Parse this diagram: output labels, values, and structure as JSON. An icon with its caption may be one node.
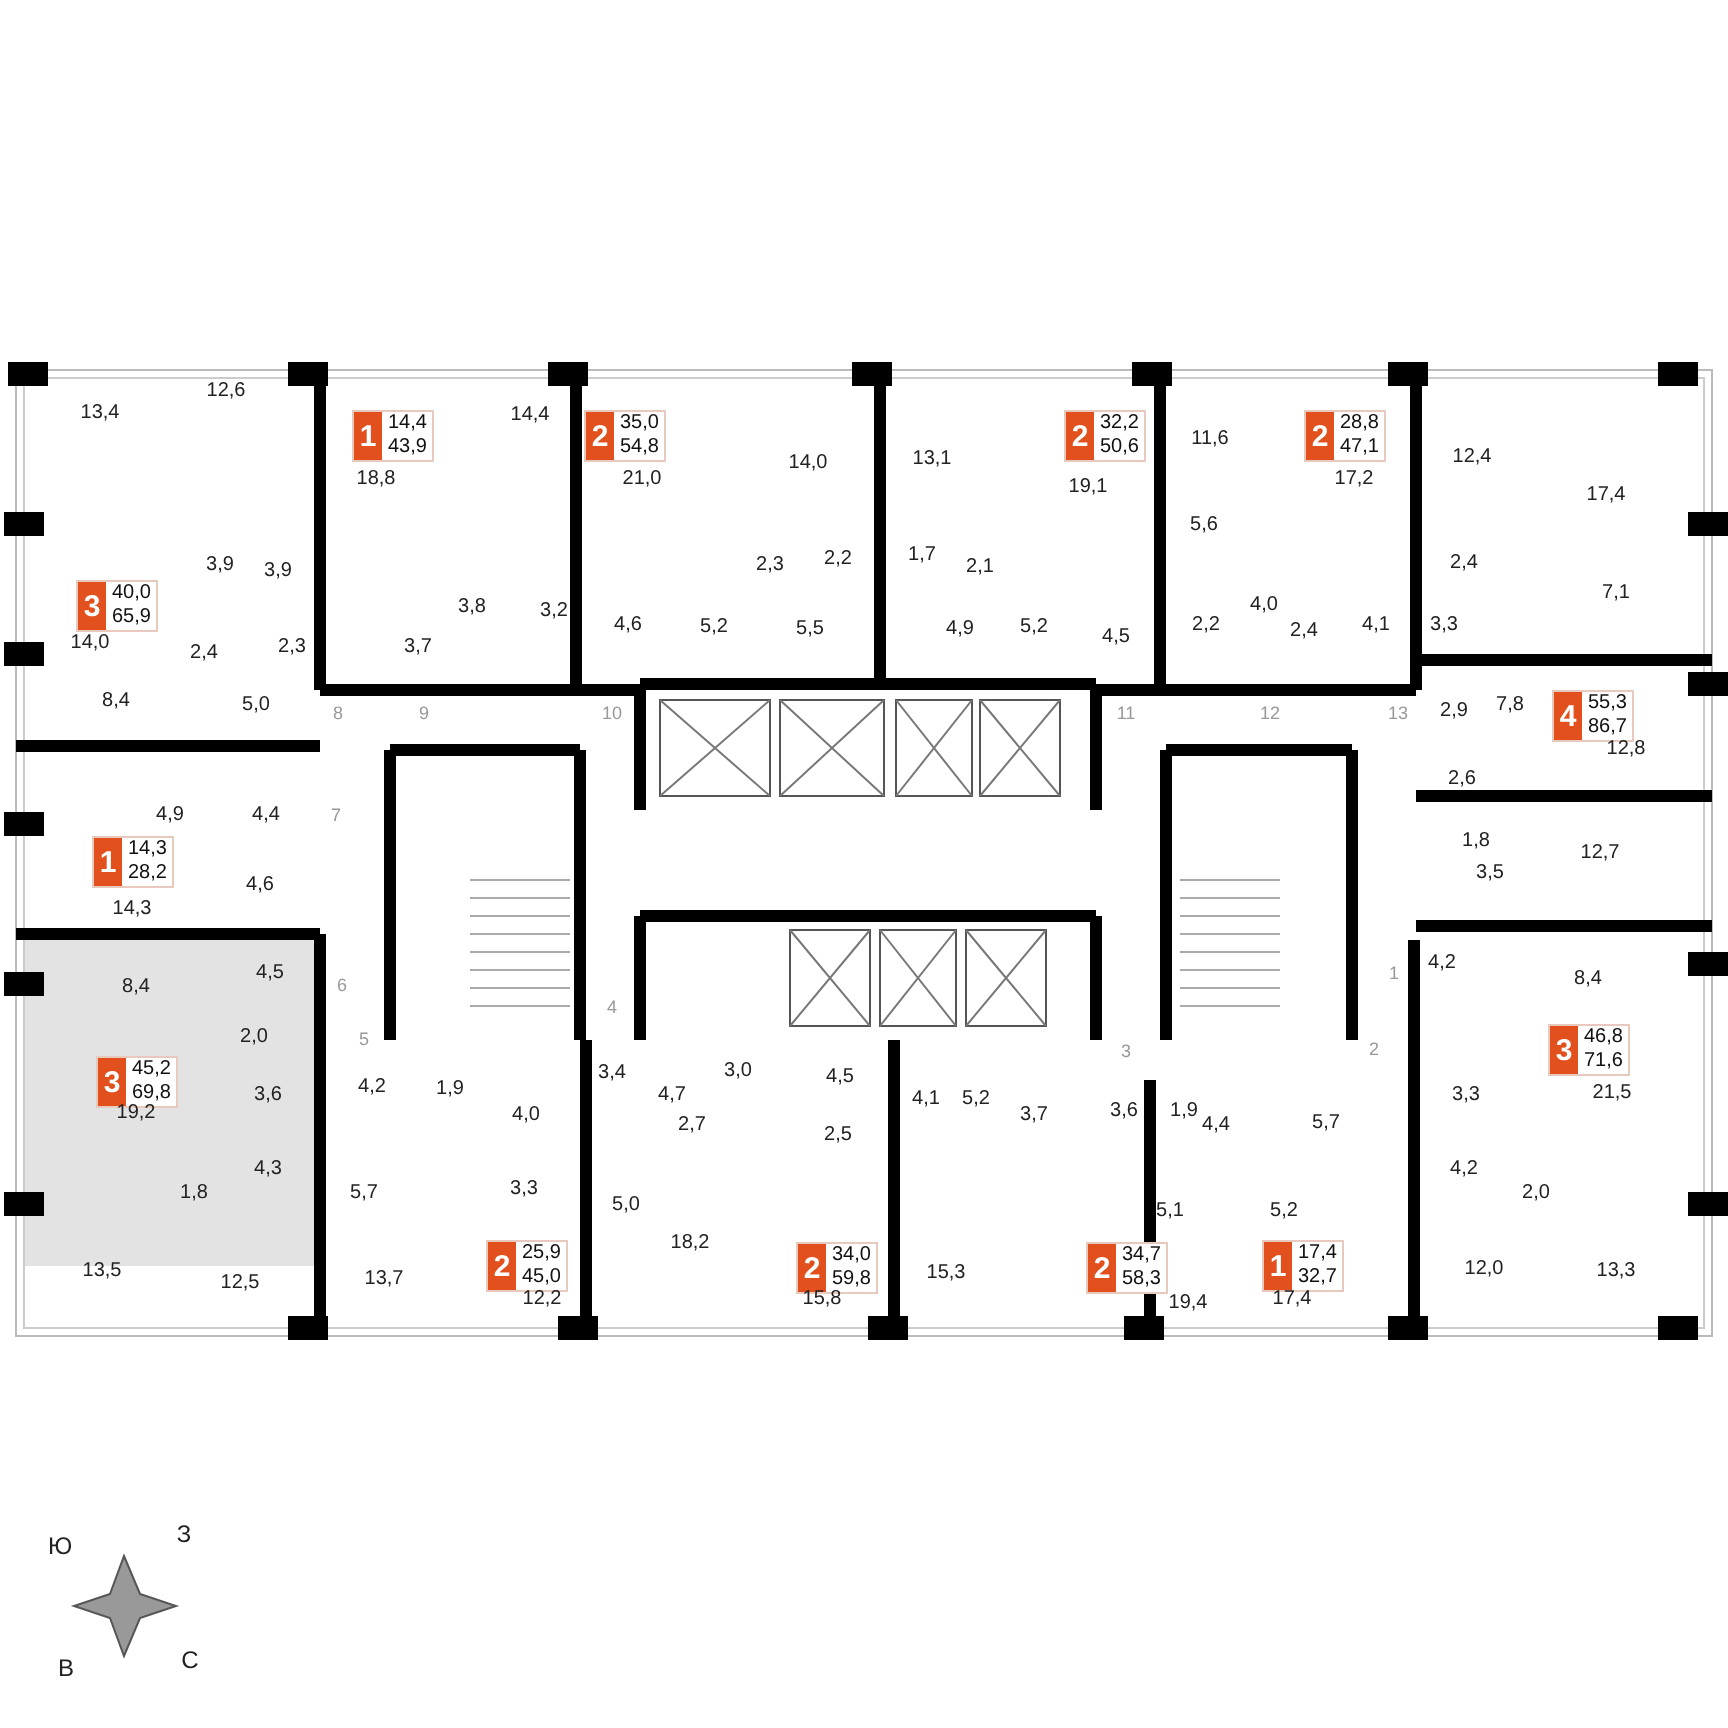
{
  "diagram": {
    "nodes": [
      {
        "text": [
          "1",
          "14,4",
          "43,9"
        ]
      },
      {
        "text": [
          "2",
          "35,0",
          "54,8"
        ]
      },
      {
        "text": [
          "2",
          "32,2",
          "50,6"
        ]
      },
      {
        "text": [
          "2",
          "28,8",
          "47,1"
        ]
      },
      {
        "text": [
          "3",
          "40,0",
          "65,9"
        ]
      },
      {
        "text": [
          "4",
          "55,3",
          "86,7"
        ]
      },
      {
        "text": [
          "1",
          "14,3",
          "28,2"
        ]
      },
      {
        "text": [
          "3",
          "45,2",
          "69,8"
        ]
      },
      {
        "text": [
          "3",
          "46,8",
          "71,6"
        ]
      },
      {
        "text": [
          "2",
          "25,9",
          "45,0"
        ]
      },
      {
        "text": [
          "2",
          "34,0",
          "59,8"
        ]
      },
      {
        "text": [
          "2",
          "34,7",
          "58,3"
        ]
      },
      {
        "text": [
          "1",
          "17,4",
          "32,7"
        ]
      }
    ],
    "labels": [
      "13,4",
      "12,6",
      "18,8",
      "14,4",
      "21,0",
      "14,0",
      "13,1",
      "19,1",
      "11,6",
      "17,2",
      "12,4",
      "17,4",
      "3,9",
      "3,9",
      "3,8",
      "3,2",
      "14,0",
      "2,4",
      "2,3",
      "3,7",
      "4,6",
      "2,3",
      "2,2",
      "1,7",
      "2,1",
      "5,2",
      "5,5",
      "4,9",
      "5,2",
      "4,5",
      "5,6",
      "4,0",
      "2,2",
      "2,4",
      "4,1",
      "2,4",
      "3,3",
      "7,1",
      "8,4",
      "5,0",
      "8",
      "9",
      "10",
      "11",
      "12",
      "13",
      "2,9",
      "7,8",
      "12,8",
      "2,6",
      "1,8",
      "3,5",
      "12,7",
      "4,9",
      "4,4",
      "7",
      "4,6",
      "14,3",
      "8,4",
      "4,5",
      "6",
      "2,0",
      "19,2",
      "3,6",
      "4,3",
      "1,8",
      "13,5",
      "12,5",
      "5",
      "4",
      "3",
      "2",
      "1",
      "4,2",
      "1,9",
      "4,0",
      "5,7",
      "3,3",
      "13,7",
      "12,2",
      "3,4",
      "4,7",
      "3,0",
      "4,5",
      "2,7",
      "2,5",
      "5,0",
      "18,2",
      "15,8",
      "4,1",
      "5,2",
      "3,7",
      "3,6",
      "1,9",
      "4,4",
      "5,7",
      "5,1",
      "5,2",
      "15,3",
      "19,4",
      "17,4",
      "4,2",
      "8,4",
      "3,3",
      "21,5",
      "4,2",
      "2,0",
      "12,0",
      "13,3",
      "Ю",
      "З",
      "В",
      "С"
    ]
  }
}
